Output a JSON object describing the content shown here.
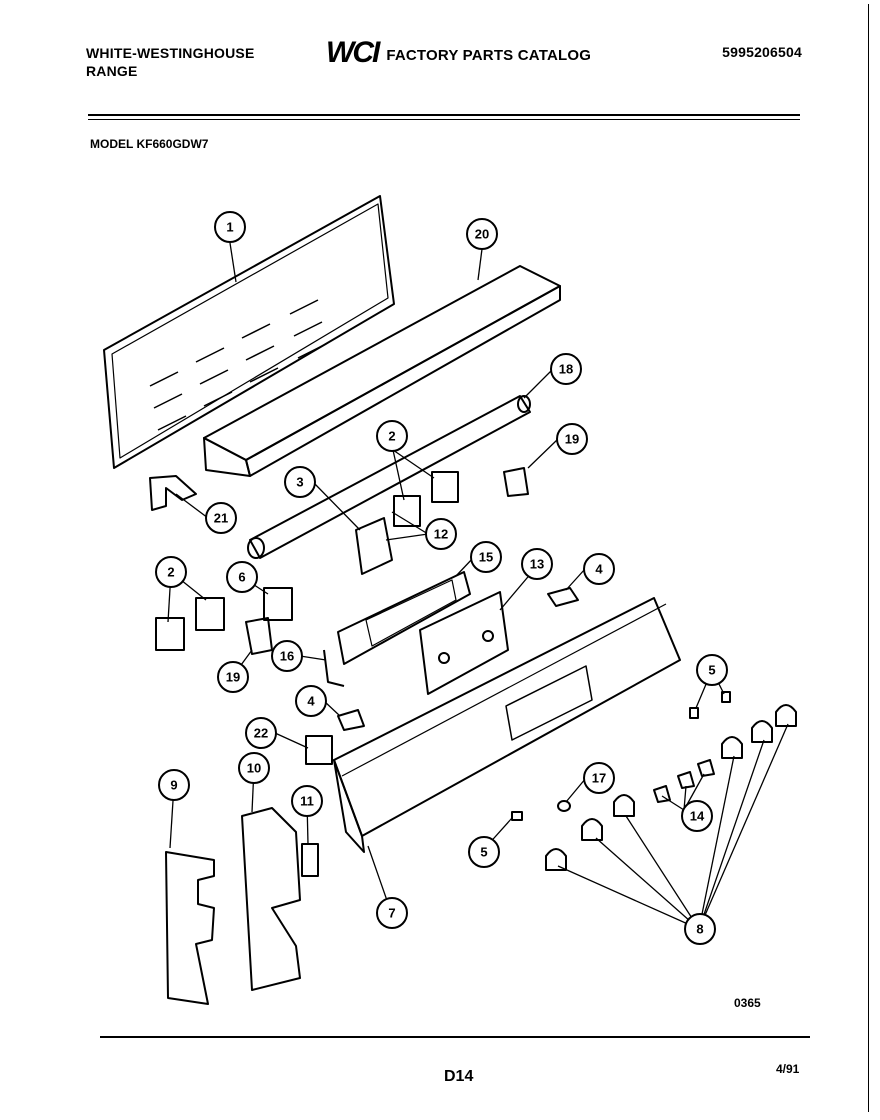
{
  "header": {
    "brand_line1": "WHITE-WESTINGHOUSE",
    "brand_line2": "RANGE",
    "logo": "WCI",
    "catalog_title": "FACTORY PARTS CATALOG",
    "part_number": "5995206504"
  },
  "model_label": "MODEL KF660GDW7",
  "callouts": [
    "1",
    "20",
    "18",
    "2",
    "19",
    "3",
    "12",
    "21",
    "15",
    "13",
    "4",
    "2",
    "6",
    "16",
    "19",
    "4",
    "5",
    "22",
    "17",
    "9",
    "10",
    "11",
    "14",
    "5",
    "7",
    "8"
  ],
  "footer": {
    "image_code": "0365",
    "page_code": "D14",
    "date": "4/91"
  }
}
